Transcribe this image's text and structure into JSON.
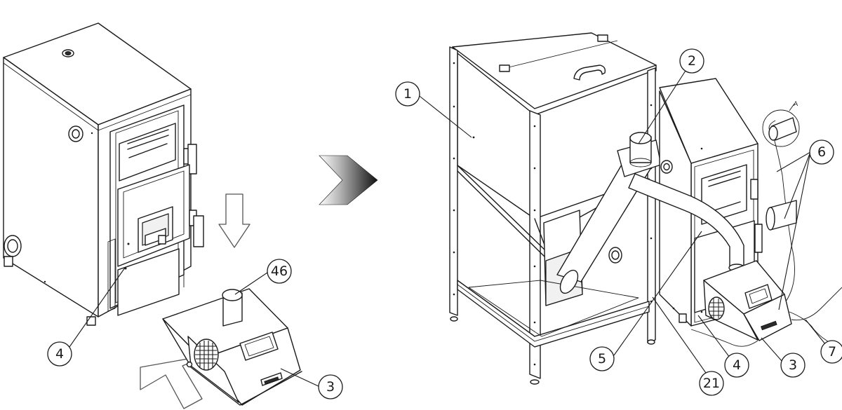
{
  "diagram": {
    "callouts": [
      {
        "id": "c-left-4",
        "label": "4"
      },
      {
        "id": "c-left-46",
        "label": "46"
      },
      {
        "id": "c-left-3",
        "label": "3"
      },
      {
        "id": "c-right-1",
        "label": "1"
      },
      {
        "id": "c-right-2",
        "label": "2"
      },
      {
        "id": "c-right-6",
        "label": "6"
      },
      {
        "id": "c-right-5",
        "label": "5"
      },
      {
        "id": "c-right-4",
        "label": "4"
      },
      {
        "id": "c-right-3",
        "label": "3"
      },
      {
        "id": "c-right-21",
        "label": "21"
      },
      {
        "id": "c-right-7",
        "label": "7"
      }
    ],
    "detail_mark": "A",
    "colors": {
      "line": "#1a1a1a",
      "arrow_gradient_start": "#ffffff",
      "arrow_gradient_end": "#1a1a1a",
      "hint_arrow": "#555555"
    }
  }
}
